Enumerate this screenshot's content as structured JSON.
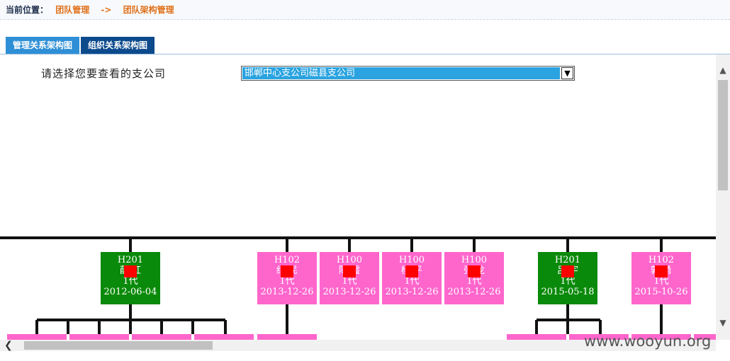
{
  "breadcrumb": {
    "prefix": "当前位置：",
    "crumb1": "团队管理",
    "arrow": "->",
    "crumb2": "团队架构管理"
  },
  "tabs": [
    {
      "label": "管理关系架构图"
    },
    {
      "label": "组织关系架构图"
    }
  ],
  "branch": {
    "label": "请选择您要查看的支公司",
    "selected": "邯郸中心支公司磁县支公司"
  },
  "nodes": [
    {
      "code": "H201",
      "name": "薛  红",
      "gen": "1代",
      "date": "2012-06-04",
      "color": "#0a8a0a"
    },
    {
      "code": "H102",
      "name": "纪  民",
      "gen": "1代",
      "date": "2013-12-26",
      "color": "#ff66cc"
    },
    {
      "code": "H100",
      "name": "陈  霞",
      "gen": "1代",
      "date": "2013-12-26",
      "color": "#ff66cc"
    },
    {
      "code": "H100",
      "name": "杨  平",
      "gen": "1代",
      "date": "2013-12-26",
      "color": "#ff66cc"
    },
    {
      "code": "H100",
      "name": "张  龙",
      "gen": "1代",
      "date": "2013-12-26",
      "color": "#ff66cc"
    },
    {
      "code": "H201",
      "name": "吕  宇",
      "gen": "1代",
      "date": "2015-05-18",
      "color": "#0a8a0a"
    },
    {
      "code": "H102",
      "name": "郭  勇",
      "gen": "1代",
      "date": "2015-10-26",
      "color": "#ff66cc"
    }
  ],
  "watermark": "www.wooyun.org"
}
